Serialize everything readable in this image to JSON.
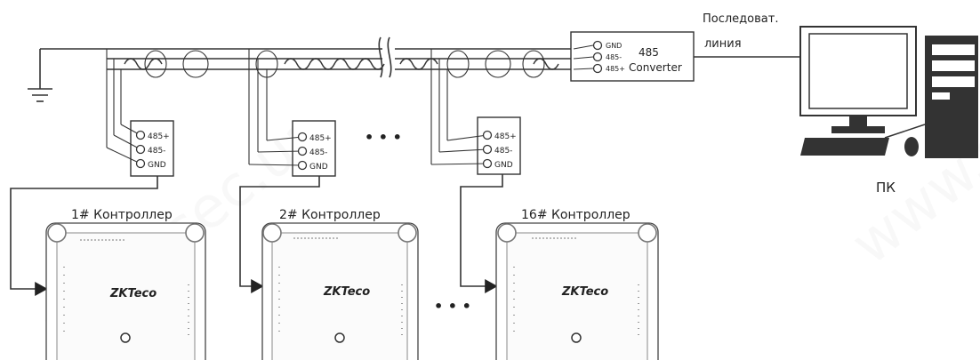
{
  "converter": {
    "gnd": "GND",
    "minus": "485-",
    "plus": "485+",
    "name": "485",
    "type": "Converter"
  },
  "serial_line": {
    "line1": "Последоват.",
    "line2": "линия"
  },
  "pc": {
    "label": "ПК"
  },
  "terminal": {
    "plus": "485+",
    "minus": "485-",
    "gnd": "GND"
  },
  "controllers": [
    {
      "title": "1# Контроллер",
      "logo": "ZKTeco"
    },
    {
      "title": "2# Контроллер",
      "logo": "ZKTeco"
    },
    {
      "title": "16# Контроллер",
      "logo": "ZKTeco"
    }
  ],
  "watermark": "www.sec.ua",
  "ellipsis": "• • •"
}
